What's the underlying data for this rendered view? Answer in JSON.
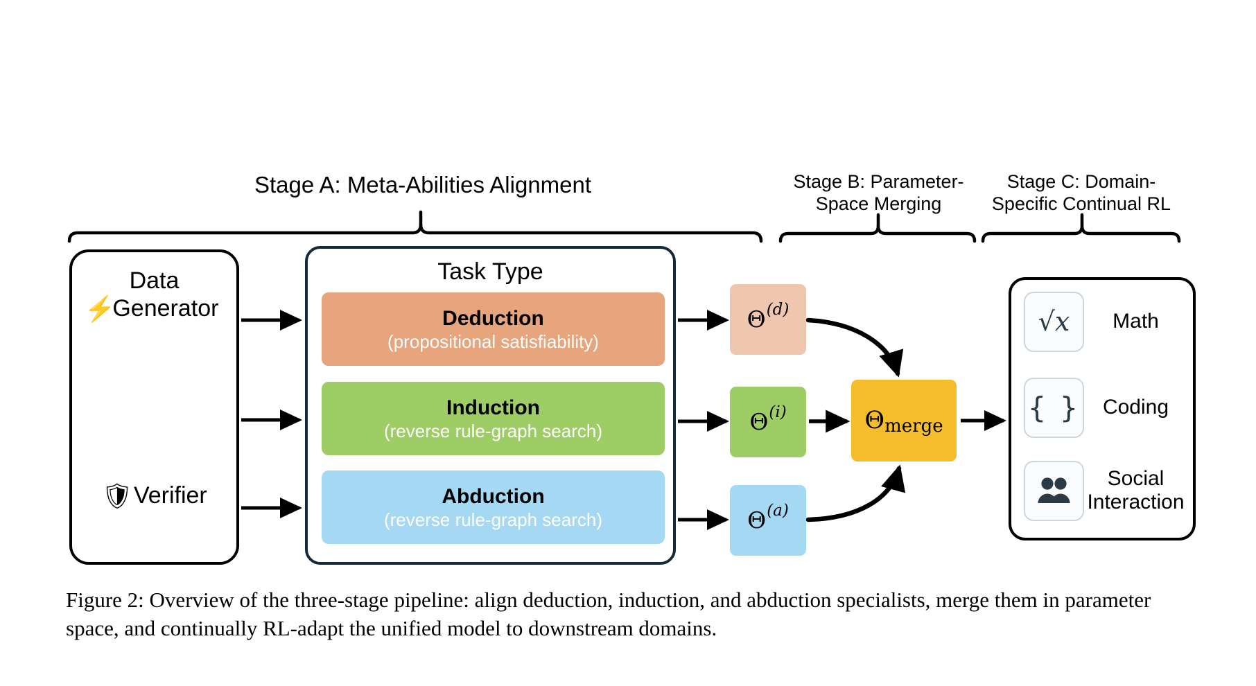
{
  "figure": {
    "caption": "Figure 2: Overview of the three-stage pipeline: align deduction, induction, and abduction specialists, merge them in parameter space, and continually RL-adapt the unified model to downstream domains."
  },
  "stages": {
    "a": {
      "label": "Stage A: Meta-Abilities Alignment"
    },
    "b": {
      "label": "Stage B: Parameter-\nSpace  Merging"
    },
    "c": {
      "label": "Stage C: Domain-\nSpecific Continual RL"
    }
  },
  "data_panel": {
    "title": "Data",
    "generator_label": "Generator",
    "generator_icon": "lightning-bolt-icon",
    "generator_icon_glyph": "⚡",
    "verifier_label": "Verifier",
    "verifier_icon": "shield-icon",
    "verifier_icon_glyph": "🛡"
  },
  "task_type": {
    "title": "Task Type",
    "cards": [
      {
        "title": "Deduction",
        "subtitle": "(propositional satisfiability)",
        "color": "#e7a57e",
        "name": "deduction"
      },
      {
        "title": "Induction",
        "subtitle": "(reverse rule-graph search)",
        "color": "#9ecd66",
        "name": "induction"
      },
      {
        "title": "Abduction",
        "subtitle": "(reverse rule-graph search)",
        "color": "#a5d8f3",
        "name": "abduction"
      }
    ]
  },
  "parameter_space": {
    "theta_d": {
      "base": "Θ",
      "sup": "(d)",
      "color": "#efc6ae"
    },
    "theta_i": {
      "base": "Θ",
      "sup": "(i)",
      "color": "#9ecd66"
    },
    "theta_a": {
      "base": "Θ",
      "sup": "(a)",
      "color": "#a5d8f3"
    },
    "theta_merge": {
      "base": "Θ",
      "sub": "merge",
      "color": "#f5bc2c"
    }
  },
  "domains": {
    "items": [
      {
        "label": "Math",
        "icon": "square-root-icon",
        "glyph": "√x",
        "glyph_class": "glyph-math"
      },
      {
        "label": "Coding",
        "icon": "curly-braces-icon",
        "glyph": "{ }",
        "glyph_class": "glyph-code"
      },
      {
        "label": "Social\nInteraction",
        "icon": "people-group-icon",
        "glyph": "",
        "glyph_class": "glyph-people"
      }
    ]
  },
  "colors": {
    "deduction": "#e7a57e",
    "induction": "#9ecd66",
    "abduction": "#a5d8f3",
    "merge": "#f5bc2c",
    "theta_d": "#efc6ae",
    "panel_border": "#16293a",
    "icon_border": "#ccd6dd",
    "icon_fill": "#2b3a44"
  }
}
